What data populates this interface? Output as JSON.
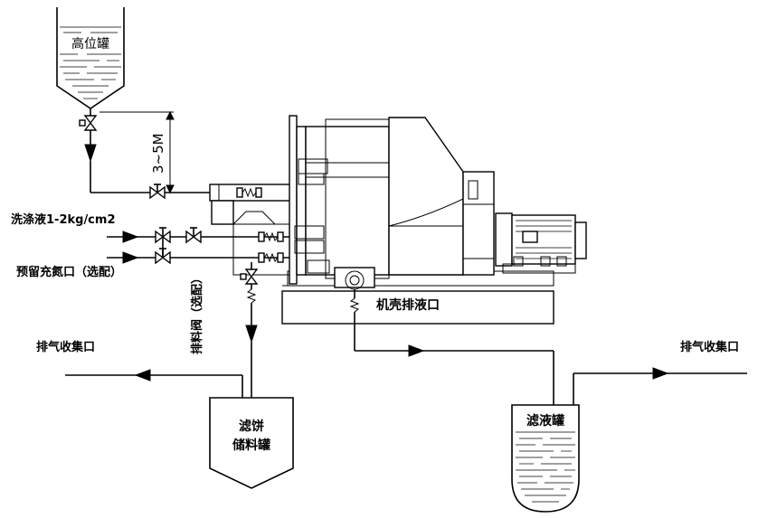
{
  "labels": {
    "high_tank": "高位罐",
    "height_note": "3~5M",
    "wash_liquid": "洗涤液1-2kg/cm2",
    "nitrogen_port": "预留充氮口（选配）",
    "discharge_valve": "排料阀（选配）",
    "housing_drain": "机壳排液口",
    "exhaust_left": "排气收集口",
    "exhaust_right": "排气收集口",
    "cake_tank_line1": "滤饼",
    "cake_tank_line2": "储料罐",
    "filtrate_tank": "滤液罐"
  }
}
